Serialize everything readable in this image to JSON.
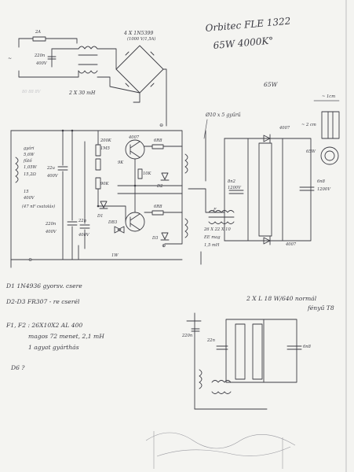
{
  "title": {
    "line1": "Orbitec FLE 1322",
    "line2": "65W 4000K°"
  },
  "labels": {
    "fuse": "2A",
    "cap_220n_in": "220n",
    "cap_220n_in_v": "400V",
    "bridge": "4 X 1N5399",
    "bridge_sub": "(1000 V/1,5A)",
    "choke_in": "2 X 30 mH",
    "power_label": "65W",
    "tube_note": "Ø10 x 5 gyűrű",
    "tube_2cm": "~ 2 cm",
    "tube_65w": "65W",
    "tube_dim": "~ 1cm",
    "spec_1": "gyári",
    "spec_2": "5,6W",
    "spec_3": "fűtő",
    "spec_4": "1,05W",
    "spec_5": "15,2Ω",
    "spec_6": "15",
    "spec_7": "400V",
    "spec_8": "(47 nF csatolás)",
    "cap_22u": "22u",
    "cap_22u_v": "400V",
    "cap_220n_mid": "220n",
    "cap_220n_mid_v": "400V",
    "cap_22n": "22n",
    "cap_22n_v": "400V",
    "r_200k": "200K",
    "r_1m5": "1M5",
    "r_90k": "90K",
    "r_9k": "9K",
    "r_6r8_top": "6R8",
    "r_6r8_bot": "6R8",
    "r_10k": "10K",
    "d_4007": "4007",
    "d_d1": "D1",
    "d_d2": "D2",
    "d_d3": "D3",
    "d_db3": "DB3",
    "c_8n2": "8n2",
    "c_8n2_v": "1200V",
    "c_6n8": "6n8",
    "c_6n8_v": "1200V",
    "tr_f": "F",
    "tr_spec": "26 X 22 X 10",
    "tr_spec2": "EE mag",
    "tr_spec3": "1,5 mH",
    "d_4007_br": "4007",
    "d_4007_top": "4007",
    "mark_1w": "1W",
    "minus": "⊖",
    "plus_mid": "⊕",
    "notes_1": "D1 1N4936 gyorsv. csere",
    "notes_2": "D2-D3 FR307 - re cserél",
    "notes_3": "F1, F2 : 26X10X2  AL 400",
    "notes_4": "magos 72 menet, 2,1 mH",
    "notes_5": "1 agyat gyárthás",
    "notes_6": "D6 ?",
    "sub_title": "2 X L 18 W/640 normál",
    "sub_title2": "fényű T8",
    "sub_220n": "220n",
    "sub_22n": "22n",
    "sub_6n8": "6n8"
  }
}
